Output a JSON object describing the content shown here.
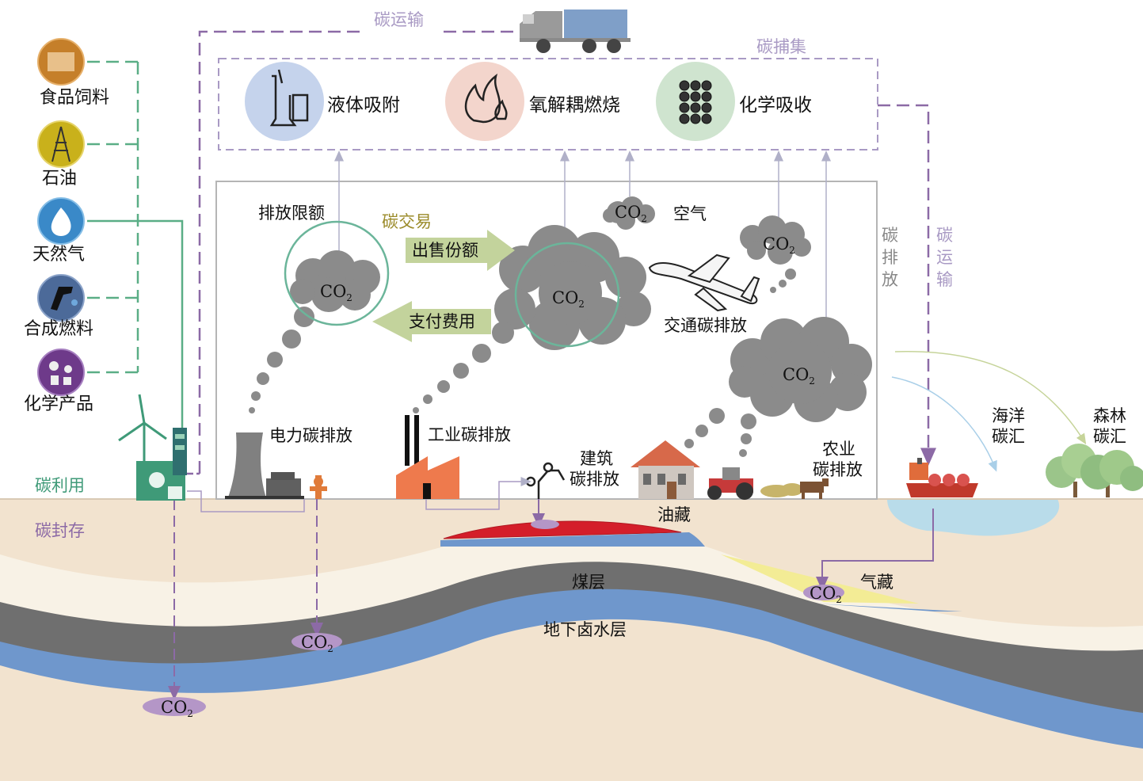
{
  "colors": {
    "green_line": "#5aae86",
    "purple_line": "#8c6aa6",
    "capture_border": "#a99ac4",
    "sea": "#b9dcea",
    "soil": "#f2e3cf",
    "coal": "#707070",
    "aquifer": "#6f97cc",
    "oil": "#d41e2a",
    "gas": "#f3ec95",
    "cloud": "#8b8b8b",
    "arrow_green": "#c3d39c"
  },
  "labels": {
    "carbon_transport_top": "碳运输",
    "carbon_capture": "碳捕集",
    "liquid_absorption": "液体吸附",
    "oxy_fuel_combustion": "氧解耦燃烧",
    "chemical_absorption": "化学吸收",
    "emission_quota": "排放限额",
    "carbon_trading": "碳交易",
    "sell_quota": "出售份额",
    "pay_fee": "支付费用",
    "air": "空气",
    "transport_emission": "交通碳排放",
    "carbon_emission_vertical": "碳排放",
    "carbon_transport_vertical": "碳运输",
    "power_emission": "电力碳排放",
    "industrial_emission": "工业碳排放",
    "building_emission": "建筑碳排放",
    "agricultural_emission": "农业碳排放",
    "ocean_sink": "海洋碳汇",
    "forest_sink": "森林碳汇",
    "carbon_utilization": "碳利用",
    "carbon_storage": "碳封存",
    "oil_reservoir": "油藏",
    "gas_reservoir": "气藏",
    "coal_seam": "煤层",
    "saline_aquifer": "地下卤水层"
  },
  "co2": {
    "main": "CO",
    "sub": "2"
  },
  "products": [
    {
      "label": "食品饲料",
      "color": "#c57f2a",
      "icon": "feed-icon"
    },
    {
      "label": "石油",
      "color": "#c9b11b",
      "icon": "oil-rig-icon"
    },
    {
      "label": "天然气",
      "color": "#3a89c8",
      "icon": "flame-drop-icon"
    },
    {
      "label": "合成燃料",
      "color": "#4c6a99",
      "icon": "fuel-nozzle-icon"
    },
    {
      "label": "化学产品",
      "color": "#6e3a8a",
      "icon": "chemical-icon"
    }
  ]
}
